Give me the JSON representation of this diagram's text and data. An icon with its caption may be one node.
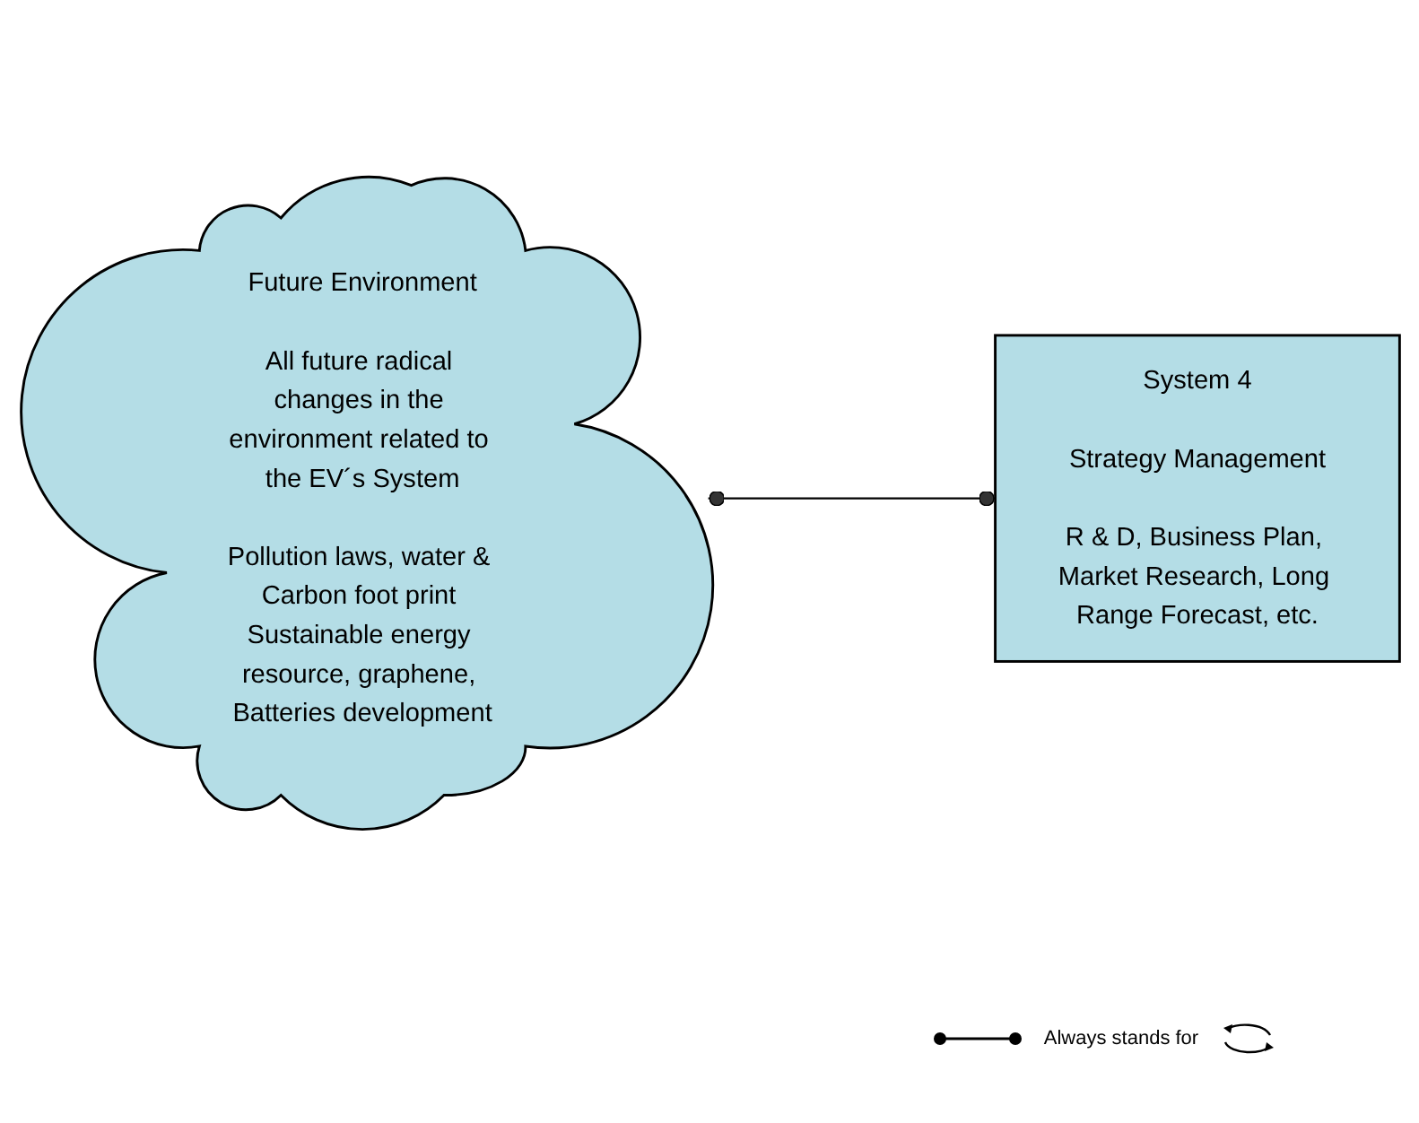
{
  "diagram": {
    "nodes": [
      {
        "text": [
          "Future Environment",
          "All future radical changes in the environment related to the EV´s System",
          "Pollution laws, water & Carbon foot print Sustainable energy resource, graphene, Batteries development"
        ]
      },
      {
        "text": [
          "System 4",
          "Strategy Management",
          "R & D, Business Plan, Market Research, Long Range Forecast, etc."
        ]
      }
    ],
    "edges": [
      {
        "from": 0,
        "to": 1,
        "arrow": "other"
      }
    ],
    "legend": [
      {
        "text": "Always stands for"
      }
    ]
  }
}
